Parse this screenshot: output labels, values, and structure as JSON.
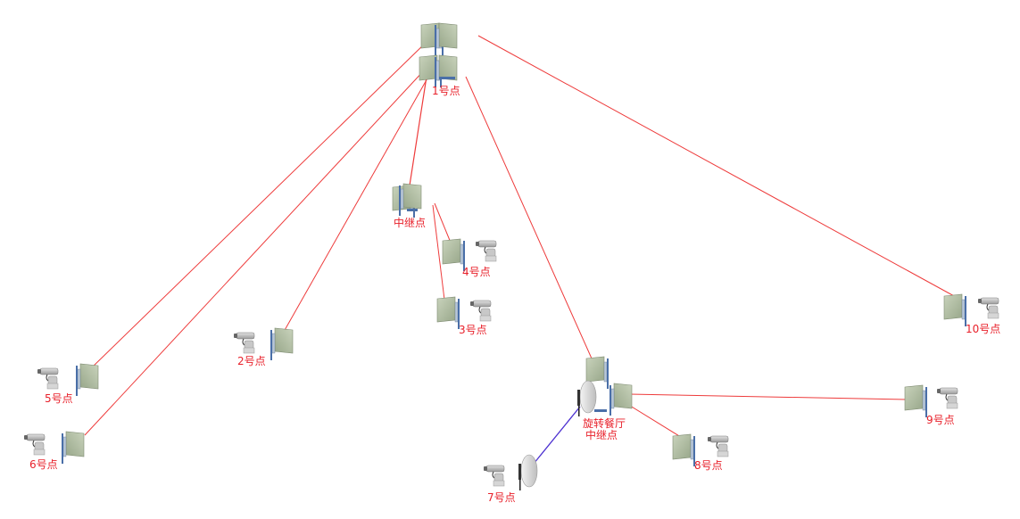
{
  "colors": {
    "link_line": "#ee3b3b",
    "special_link": "#4b2fd0",
    "antenna_panel": "#aebc9f",
    "label": "#e8202a"
  },
  "sites": {
    "s1": {
      "label": "1号点"
    },
    "relay": {
      "label": "中继点"
    },
    "s2": {
      "label": "2号点"
    },
    "s3": {
      "label": "3号点"
    },
    "s4": {
      "label": "4号点"
    },
    "s5": {
      "label": "5号点"
    },
    "s6": {
      "label": "6号点"
    },
    "s7": {
      "label": "7号点"
    },
    "s8": {
      "label": "8号点"
    },
    "s9": {
      "label": "9号点"
    },
    "s10": {
      "label": "10号点"
    },
    "rest": {
      "label_line1": "旋转餐厅",
      "label_line2": "中继点"
    }
  },
  "icons": {
    "panel": "panel-antenna-icon",
    "camera": "ptz-camera-icon",
    "dish": "dish-antenna-icon"
  }
}
